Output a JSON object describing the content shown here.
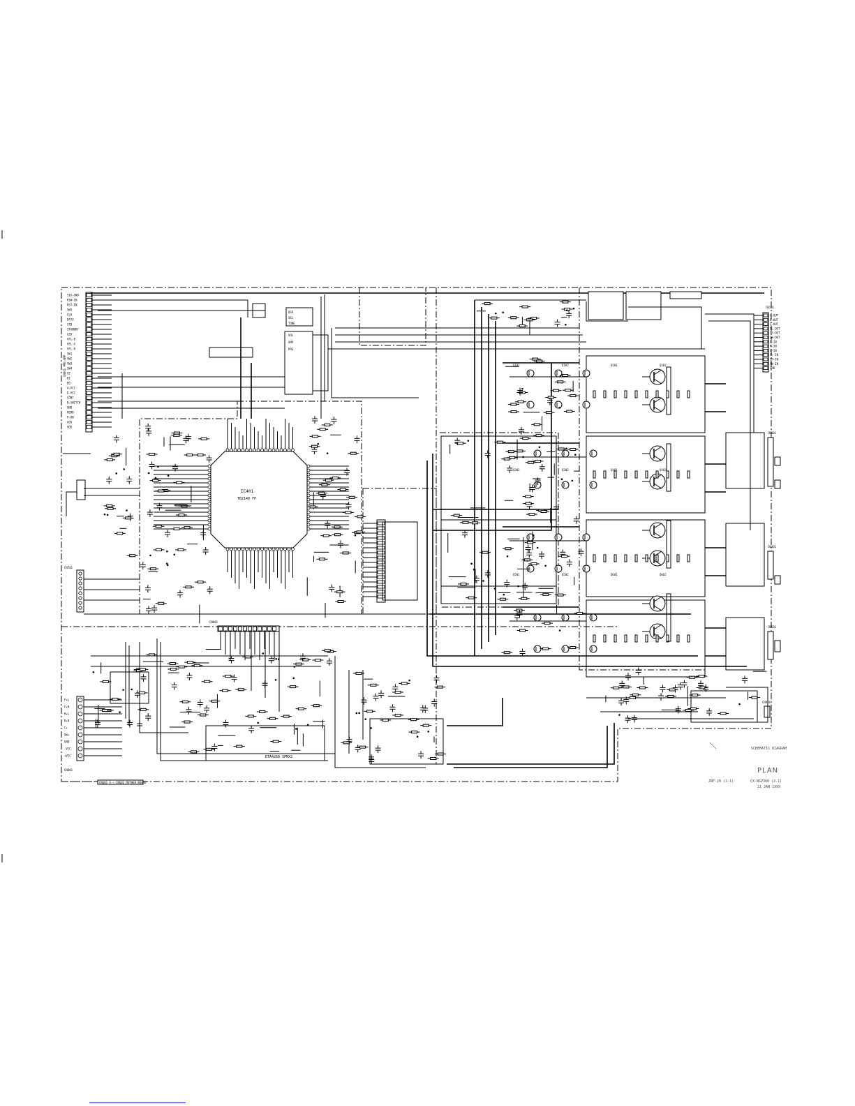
{
  "document": {
    "title_block": {
      "plan_label": "PLAN",
      "title_lines": [
        "SCHEMATIC DIAGRAM"
      ],
      "model_left": "ZNF-20 (2.1)",
      "model_right": "CX-NSV360 (2.1)",
      "date": "21 JAN 1999"
    },
    "main_ic": {
      "ref": "IC401",
      "part": "TB2140 FP"
    },
    "sub_ic": {
      "part": "ETA4268 SPMX2"
    },
    "bottom_frame_label": "CN601 A ~ CN602 MOTHER BOARD",
    "left_connector_pins": [
      "SIG-GND",
      "RSW-IN",
      "RST-IN",
      "SW5",
      "CLK",
      "DATA",
      "STB",
      "STANDBY",
      "LED",
      "VFL-B",
      "VFL-G",
      "VFL-R",
      "SW1",
      "SW2",
      "SW3",
      "SW4",
      "CE",
      "DI",
      "DO",
      "A-VCC",
      "D-VCC",
      "CONT",
      "B-SWITCH",
      "GND",
      "REMO",
      "P-ON",
      "ACK",
      "VDD"
    ],
    "right_connector_pins": [
      "L-OUT",
      "R-OUT",
      "C-OUT",
      "SL-OUT",
      "SR-OUT",
      "SW-OUT",
      "L-IN",
      "R-IN",
      "C-IN",
      "SL-IN",
      "SR-IN",
      "SW-IN",
      "GND"
    ],
    "bottom_left_pins": [
      "F+L",
      "F+R",
      "R+L",
      "R+R",
      "C+",
      "SW+",
      "GND",
      "-VCC",
      "+VCC"
    ],
    "transistor_refs": [
      "Q101",
      "Q102",
      "Q201",
      "Q202",
      "Q301",
      "Q302",
      "Q401",
      "Q402",
      "Q501",
      "Q502",
      "Q601",
      "Q602"
    ],
    "board_refs": [
      "CN201",
      "CN301",
      "CN401",
      "CN501",
      "CN601",
      "CN701",
      "CN801",
      "CN901"
    ],
    "box_labels": [
      "DSP",
      "SEL",
      "TONE",
      "VOL",
      "AMP",
      "PRE"
    ]
  }
}
